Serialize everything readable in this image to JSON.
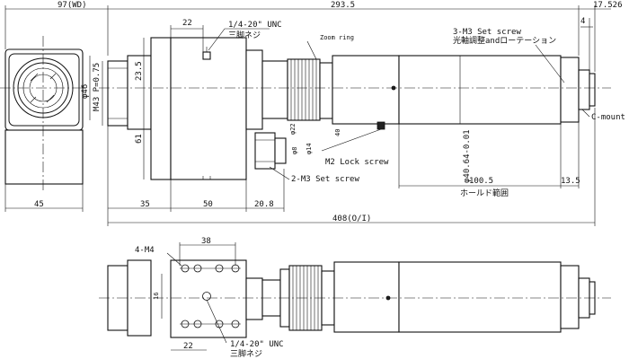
{
  "dims": {
    "wd": "97(WD)",
    "total_top": "293.5",
    "right_end": "17.526",
    "four": "4",
    "twenty_two_top": "22",
    "thread_top": "1/4-20\" UNC",
    "thread_top_jp": "三脚ネジ",
    "zoom_ring": "Zoom ring",
    "set_screw_3": "3-M3 Set screw",
    "set_screw_3_jp": "光軸調整andローテーション",
    "d46": "φ46",
    "m43": "M43 P=0.75",
    "d23_5": "23.5",
    "d61": "61",
    "d22s": "φ22",
    "d8": "φ8",
    "d14": "φ14",
    "d40": "40",
    "m2_lock": "M2 Lock screw",
    "set_screw_2": "2-M3 Set screw",
    "d_40_64": "φ40.64-0.01",
    "c_mount": "C-mount",
    "d100_5": "100.5",
    "d13_5": "13.5",
    "holder_range": "ホールド範囲",
    "d45": "45",
    "d35": "35",
    "d50": "50",
    "d20_8": "20.8",
    "d408": "408(O/I)",
    "m4": "4-M4",
    "d38": "38",
    "d16": "16",
    "twenty_two_bottom": "22",
    "thread_bottom": "1/4-20\" UNC",
    "thread_bottom_jp": "三脚ネジ"
  },
  "colors": {
    "line": "#111111",
    "background": "#ffffff",
    "fill_dark": "#222222"
  }
}
